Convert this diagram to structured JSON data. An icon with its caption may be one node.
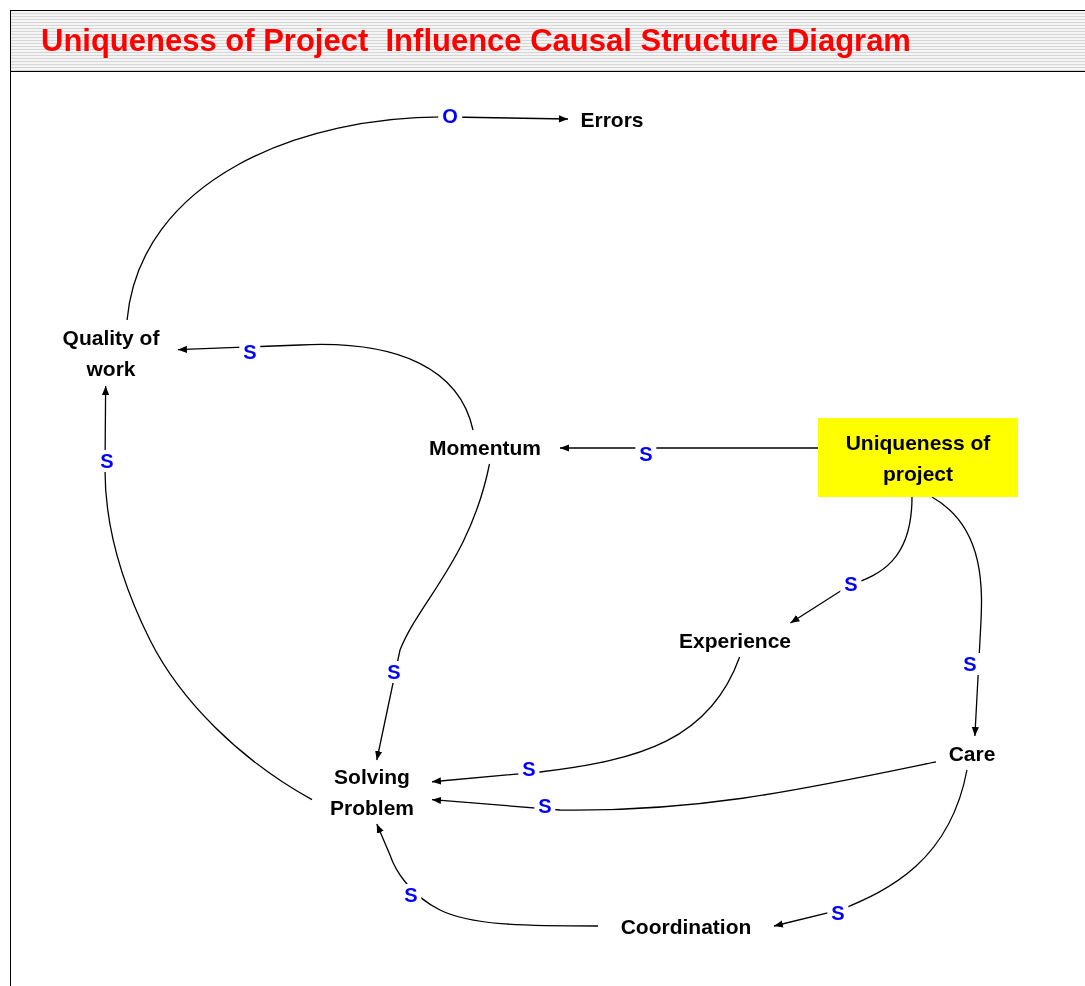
{
  "diagram": {
    "title": "Uniqueness of Project  Influence Causal Structure Diagram",
    "nodes": [
      {
        "text": [
          "Errors"
        ]
      },
      {
        "text": [
          "Quality of work"
        ]
      },
      {
        "text": [
          "Momentum"
        ]
      },
      {
        "text": [
          "Uniqueness of project"
        ]
      },
      {
        "text": [
          "Experience"
        ]
      },
      {
        "text": [
          "Care"
        ]
      },
      {
        "text": [
          "Solving Problem"
        ]
      },
      {
        "text": [
          "Coordination"
        ]
      }
    ],
    "edges": [
      {
        "from": 1,
        "to": 0,
        "arrow": "to",
        "label": "O"
      },
      {
        "from": 2,
        "to": 1,
        "arrow": "to",
        "label": "S"
      },
      {
        "from": 3,
        "to": 2,
        "arrow": "to",
        "label": "S"
      },
      {
        "from": 3,
        "to": 4,
        "arrow": "to",
        "label": "S"
      },
      {
        "from": 3,
        "to": 5,
        "arrow": "to",
        "label": "S"
      },
      {
        "from": 2,
        "to": 6,
        "arrow": "to",
        "label": "S"
      },
      {
        "from": 4,
        "to": 6,
        "arrow": "to",
        "label": "S"
      },
      {
        "from": 5,
        "to": 6,
        "arrow": "to",
        "label": "S"
      },
      {
        "from": 5,
        "to": 7,
        "arrow": "to",
        "label": "S"
      },
      {
        "from": 7,
        "to": 6,
        "arrow": "to",
        "label": "S"
      },
      {
        "from": 6,
        "to": 1,
        "arrow": "to",
        "label": "S"
      }
    ]
  }
}
